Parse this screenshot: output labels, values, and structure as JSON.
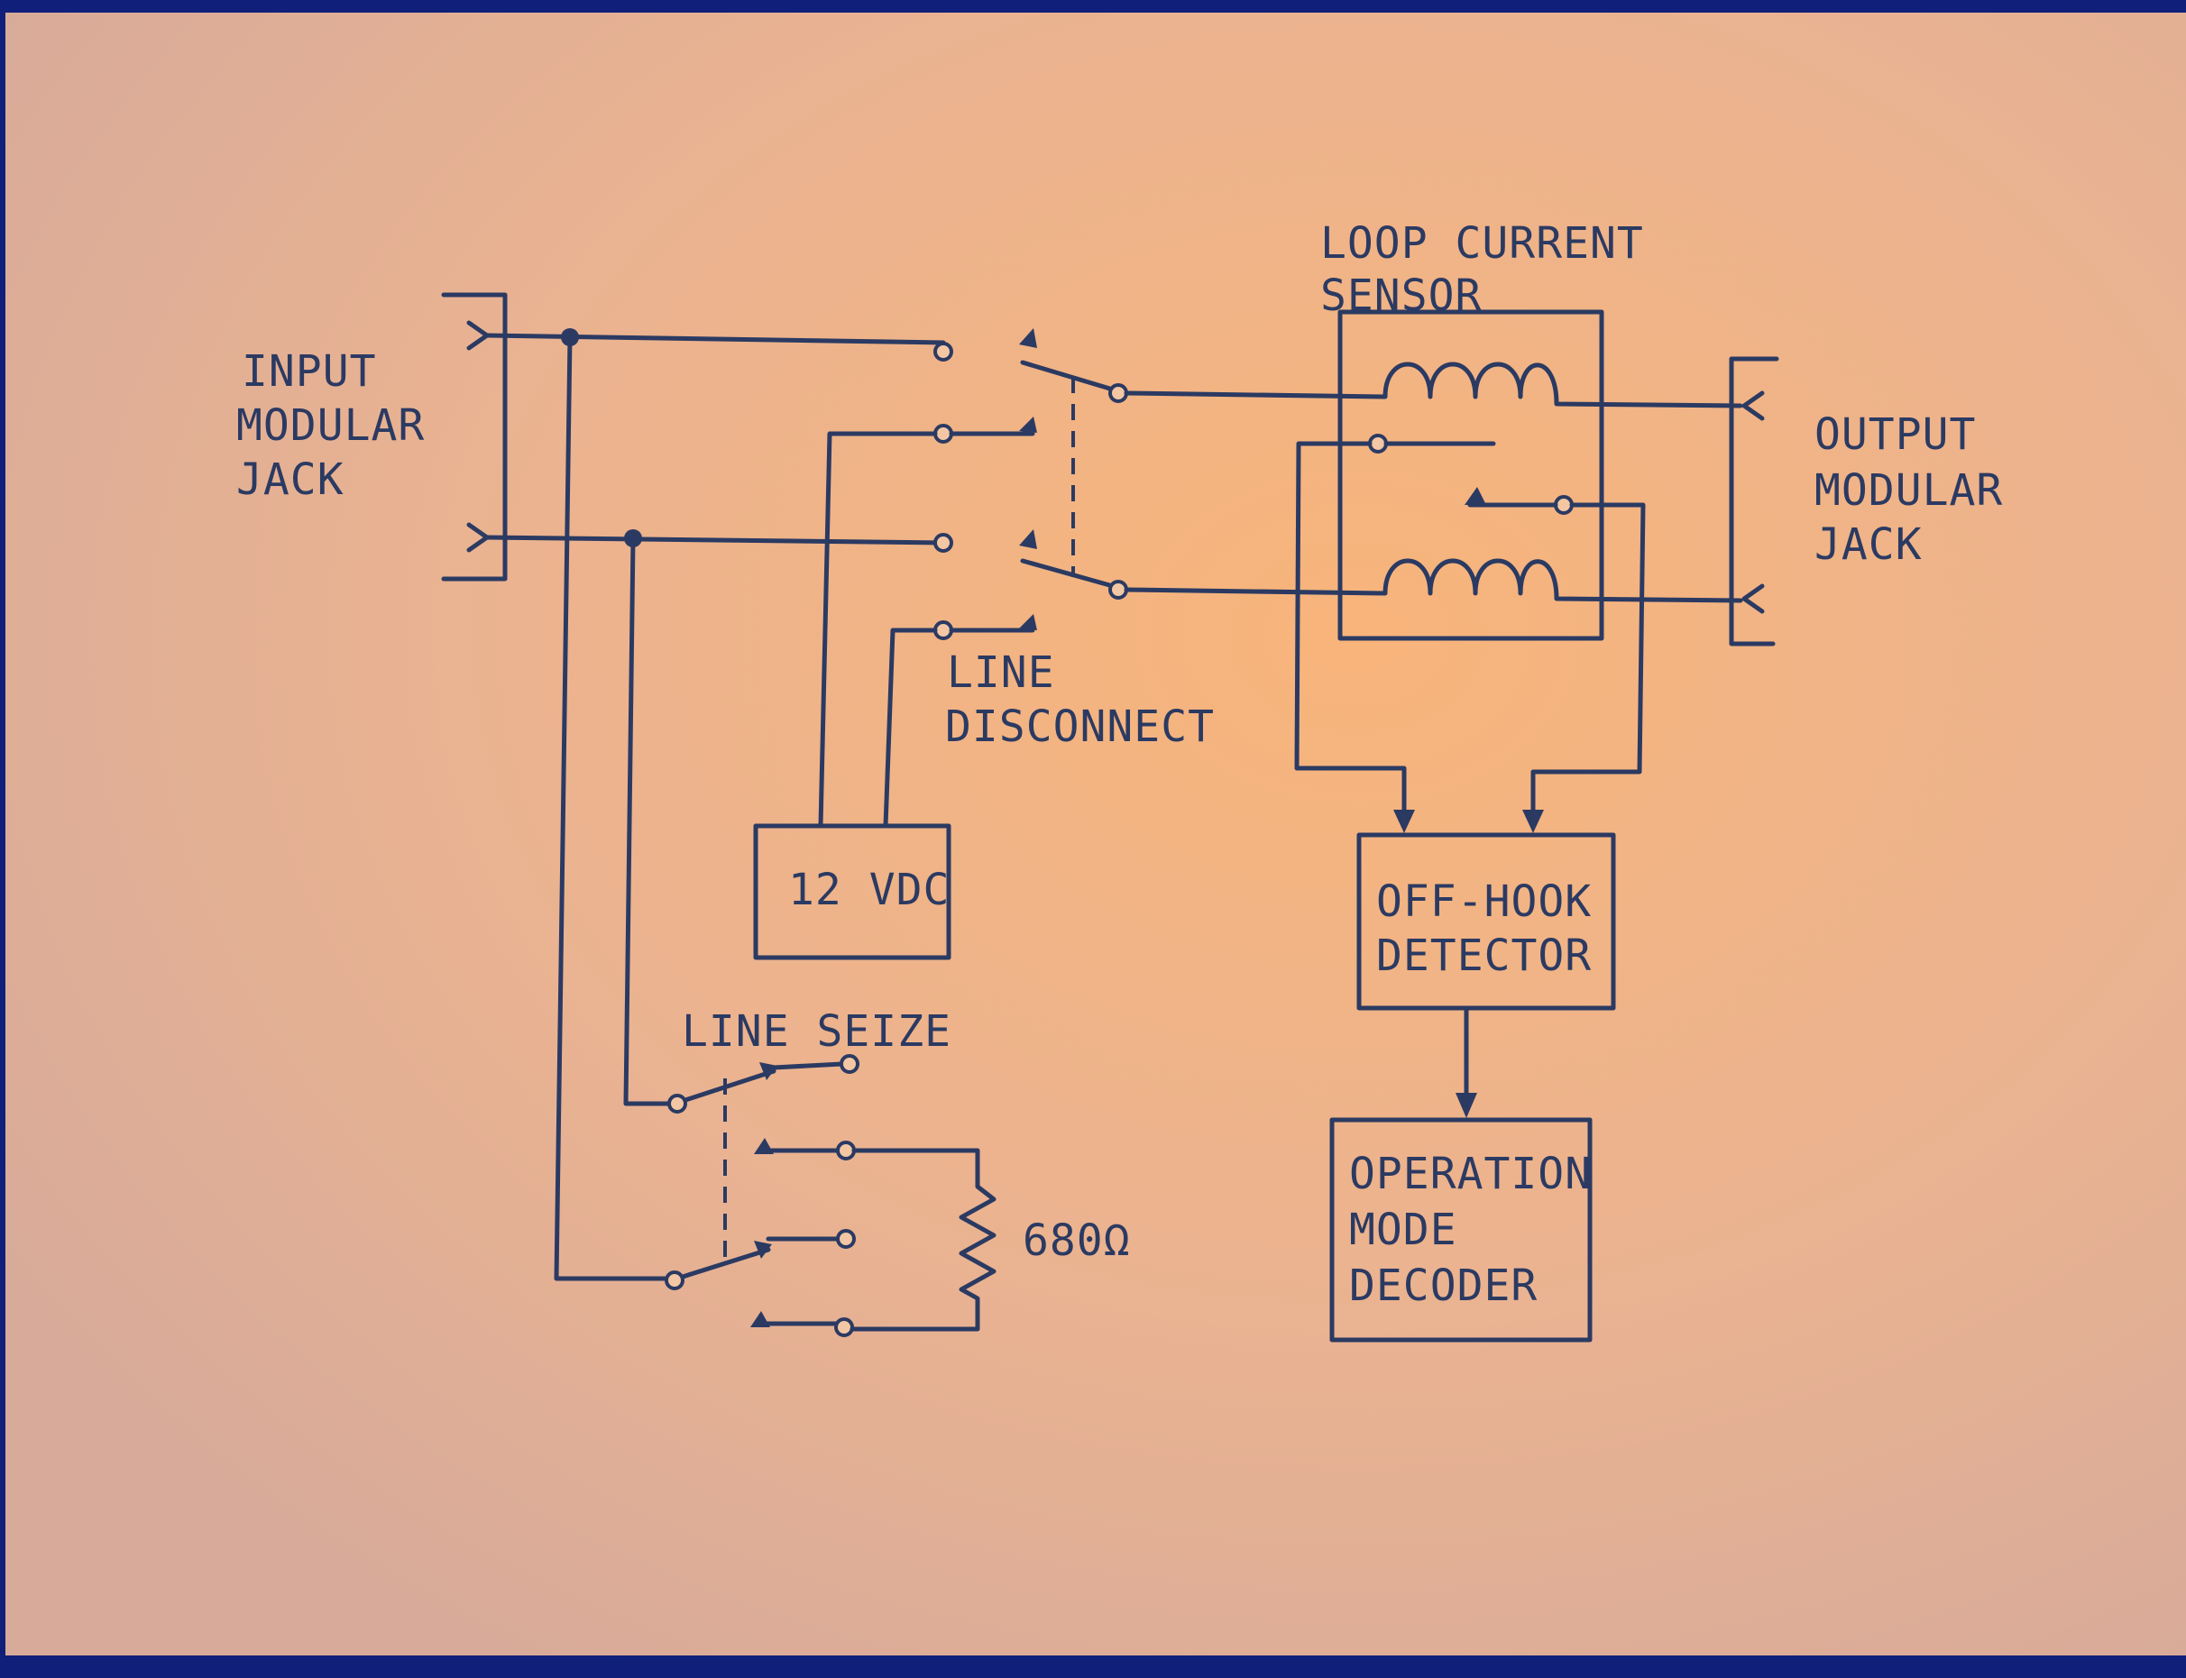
{
  "colors": {
    "border": "#10207a",
    "paper_edge": "#d7aa9a",
    "paper_center": "#f8b47a",
    "ink": "#2b3a62"
  },
  "labels": {
    "input_jack": [
      "INPUT",
      "MODULAR",
      "JACK"
    ],
    "output_jack": [
      "OUTPUT",
      "MODULAR",
      "JACK"
    ],
    "loop_sensor": [
      "LOOP CURRENT",
      "SENSOR"
    ],
    "line_disconnect": [
      "LINE",
      "DISCONNECT"
    ],
    "line_seize": "LINE SEIZE",
    "power": "12 VDC",
    "resistor": "680Ω",
    "off_hook": [
      "OFF-HOOK",
      "DETECTOR"
    ],
    "decoder": [
      "OPERATION",
      "MODE",
      "DECODER"
    ]
  }
}
